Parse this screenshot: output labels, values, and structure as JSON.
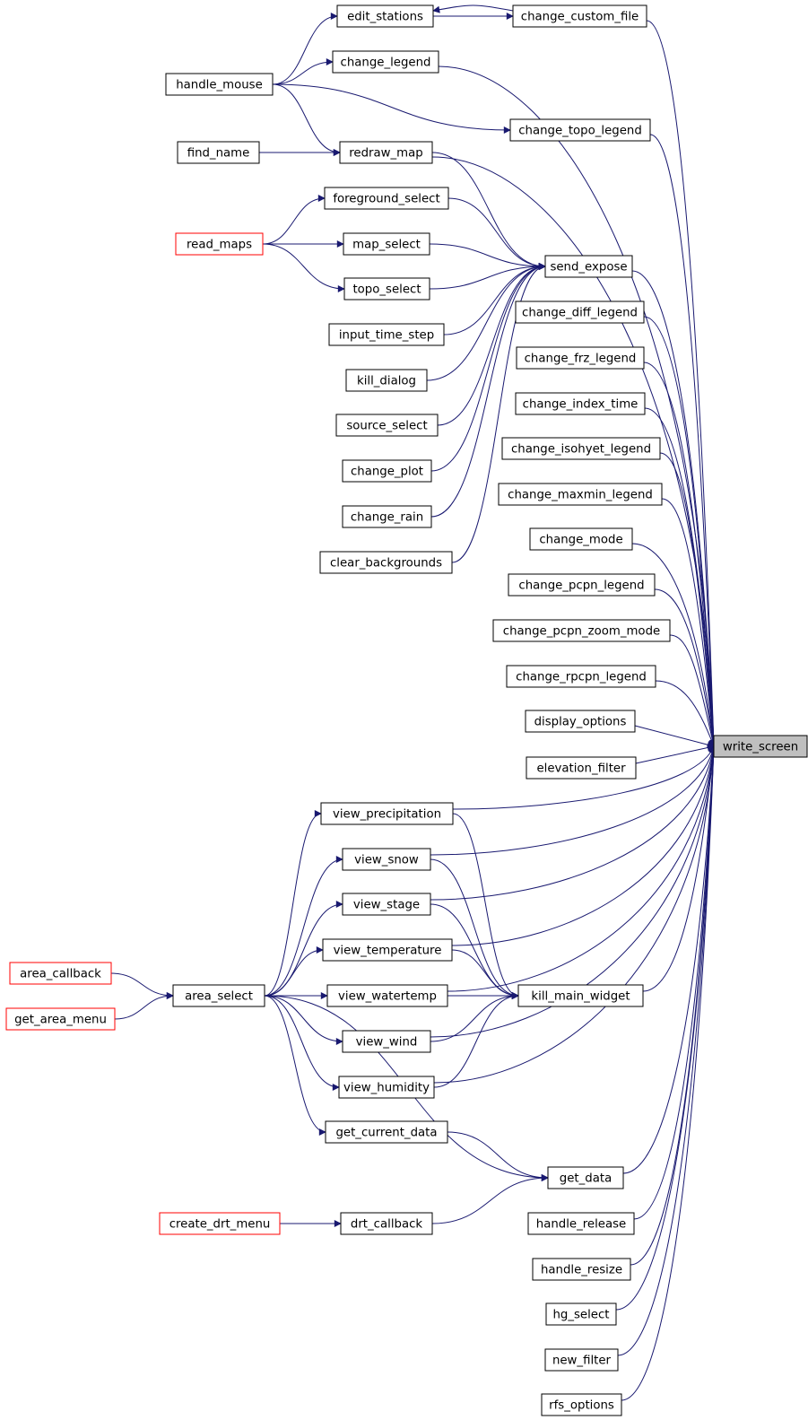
{
  "graph": {
    "root": "write_screen",
    "nodes": [
      {
        "id": "write_screen",
        "label": "write_screen",
        "style": "root"
      },
      {
        "id": "edit_stations",
        "label": "edit_stations",
        "style": "normal"
      },
      {
        "id": "change_custom_file",
        "label": "change_custom_file",
        "style": "normal"
      },
      {
        "id": "change_legend",
        "label": "change_legend",
        "style": "normal"
      },
      {
        "id": "handle_mouse",
        "label": "handle_mouse",
        "style": "normal"
      },
      {
        "id": "change_topo_legend",
        "label": "change_topo_legend",
        "style": "normal"
      },
      {
        "id": "find_name",
        "label": "find_name",
        "style": "normal"
      },
      {
        "id": "redraw_map",
        "label": "redraw_map",
        "style": "normal"
      },
      {
        "id": "foreground_select",
        "label": "foreground_select",
        "style": "normal"
      },
      {
        "id": "read_maps",
        "label": "read_maps",
        "style": "red"
      },
      {
        "id": "map_select",
        "label": "map_select",
        "style": "normal"
      },
      {
        "id": "send_expose",
        "label": "send_expose",
        "style": "normal"
      },
      {
        "id": "topo_select",
        "label": "topo_select",
        "style": "normal"
      },
      {
        "id": "change_diff_legend",
        "label": "change_diff_legend",
        "style": "normal"
      },
      {
        "id": "input_time_step",
        "label": "input_time_step",
        "style": "normal"
      },
      {
        "id": "kill_dialog",
        "label": "kill_dialog",
        "style": "normal"
      },
      {
        "id": "change_frz_legend",
        "label": "change_frz_legend",
        "style": "normal"
      },
      {
        "id": "change_index_time",
        "label": "change_index_time",
        "style": "normal"
      },
      {
        "id": "source_select",
        "label": "source_select",
        "style": "normal"
      },
      {
        "id": "change_isohyet_legend",
        "label": "change_isohyet_legend",
        "style": "normal"
      },
      {
        "id": "change_plot",
        "label": "change_plot",
        "style": "normal"
      },
      {
        "id": "change_maxmin_legend",
        "label": "change_maxmin_legend",
        "style": "normal"
      },
      {
        "id": "change_rain",
        "label": "change_rain",
        "style": "normal"
      },
      {
        "id": "change_mode",
        "label": "change_mode",
        "style": "normal"
      },
      {
        "id": "clear_backgrounds",
        "label": "clear_backgrounds",
        "style": "normal"
      },
      {
        "id": "change_pcpn_legend",
        "label": "change_pcpn_legend",
        "style": "normal"
      },
      {
        "id": "change_pcpn_zoom_mode",
        "label": "change_pcpn_zoom_mode",
        "style": "normal"
      },
      {
        "id": "change_rpcpn_legend",
        "label": "change_rpcpn_legend",
        "style": "normal"
      },
      {
        "id": "display_options",
        "label": "display_options",
        "style": "normal"
      },
      {
        "id": "elevation_filter",
        "label": "elevation_filter",
        "style": "normal"
      },
      {
        "id": "view_precipitation",
        "label": "view_precipitation",
        "style": "normal"
      },
      {
        "id": "view_snow",
        "label": "view_snow",
        "style": "normal"
      },
      {
        "id": "view_stage",
        "label": "view_stage",
        "style": "normal"
      },
      {
        "id": "view_temperature",
        "label": "view_temperature",
        "style": "normal"
      },
      {
        "id": "area_callback",
        "label": "area_callback",
        "style": "red"
      },
      {
        "id": "area_select",
        "label": "area_select",
        "style": "normal"
      },
      {
        "id": "view_watertemp",
        "label": "view_watertemp",
        "style": "normal"
      },
      {
        "id": "kill_main_widget",
        "label": "kill_main_widget",
        "style": "normal"
      },
      {
        "id": "get_area_menu",
        "label": "get_area_menu",
        "style": "red"
      },
      {
        "id": "view_wind",
        "label": "view_wind",
        "style": "normal"
      },
      {
        "id": "view_humidity",
        "label": "view_humidity",
        "style": "normal"
      },
      {
        "id": "get_current_data",
        "label": "get_current_data",
        "style": "normal"
      },
      {
        "id": "get_data",
        "label": "get_data",
        "style": "normal"
      },
      {
        "id": "create_drt_menu",
        "label": "create_drt_menu",
        "style": "red"
      },
      {
        "id": "drt_callback",
        "label": "drt_callback",
        "style": "normal"
      },
      {
        "id": "handle_release",
        "label": "handle_release",
        "style": "normal"
      },
      {
        "id": "handle_resize",
        "label": "handle_resize",
        "style": "normal"
      },
      {
        "id": "hg_select",
        "label": "hg_select",
        "style": "normal"
      },
      {
        "id": "new_filter",
        "label": "new_filter",
        "style": "normal"
      },
      {
        "id": "rfs_options",
        "label": "rfs_options",
        "style": "normal"
      }
    ],
    "edges": [
      [
        "edit_stations",
        "change_custom_file"
      ],
      [
        "change_custom_file",
        "edit_stations"
      ],
      [
        "change_custom_file",
        "write_screen"
      ],
      [
        "handle_mouse",
        "edit_stations"
      ],
      [
        "handle_mouse",
        "change_legend"
      ],
      [
        "handle_mouse",
        "change_topo_legend"
      ],
      [
        "handle_mouse",
        "redraw_map"
      ],
      [
        "change_legend",
        "write_screen"
      ],
      [
        "change_topo_legend",
        "write_screen"
      ],
      [
        "find_name",
        "redraw_map"
      ],
      [
        "redraw_map",
        "write_screen"
      ],
      [
        "redraw_map",
        "send_expose"
      ],
      [
        "read_maps",
        "foreground_select"
      ],
      [
        "read_maps",
        "map_select"
      ],
      [
        "read_maps",
        "topo_select"
      ],
      [
        "foreground_select",
        "send_expose"
      ],
      [
        "map_select",
        "send_expose"
      ],
      [
        "topo_select",
        "send_expose"
      ],
      [
        "input_time_step",
        "send_expose"
      ],
      [
        "kill_dialog",
        "send_expose"
      ],
      [
        "source_select",
        "send_expose"
      ],
      [
        "change_plot",
        "send_expose"
      ],
      [
        "change_rain",
        "send_expose"
      ],
      [
        "clear_backgrounds",
        "send_expose"
      ],
      [
        "send_expose",
        "write_screen"
      ],
      [
        "change_diff_legend",
        "write_screen"
      ],
      [
        "change_frz_legend",
        "write_screen"
      ],
      [
        "change_index_time",
        "write_screen"
      ],
      [
        "change_isohyet_legend",
        "write_screen"
      ],
      [
        "change_maxmin_legend",
        "write_screen"
      ],
      [
        "change_mode",
        "write_screen"
      ],
      [
        "change_pcpn_legend",
        "write_screen"
      ],
      [
        "change_pcpn_zoom_mode",
        "write_screen"
      ],
      [
        "change_rpcpn_legend",
        "write_screen"
      ],
      [
        "display_options",
        "write_screen"
      ],
      [
        "elevation_filter",
        "write_screen"
      ],
      [
        "view_precipitation",
        "write_screen"
      ],
      [
        "view_snow",
        "write_screen"
      ],
      [
        "view_stage",
        "write_screen"
      ],
      [
        "view_temperature",
        "write_screen"
      ],
      [
        "view_watertemp",
        "write_screen"
      ],
      [
        "view_wind",
        "write_screen"
      ],
      [
        "view_humidity",
        "write_screen"
      ],
      [
        "kill_main_widget",
        "write_screen"
      ],
      [
        "get_data",
        "write_screen"
      ],
      [
        "handle_release",
        "write_screen"
      ],
      [
        "handle_resize",
        "write_screen"
      ],
      [
        "hg_select",
        "write_screen"
      ],
      [
        "new_filter",
        "write_screen"
      ],
      [
        "rfs_options",
        "write_screen"
      ],
      [
        "view_precipitation",
        "kill_main_widget"
      ],
      [
        "view_snow",
        "kill_main_widget"
      ],
      [
        "view_stage",
        "kill_main_widget"
      ],
      [
        "view_temperature",
        "kill_main_widget"
      ],
      [
        "view_watertemp",
        "kill_main_widget"
      ],
      [
        "view_wind",
        "kill_main_widget"
      ],
      [
        "view_humidity",
        "kill_main_widget"
      ],
      [
        "area_callback",
        "area_select"
      ],
      [
        "get_area_menu",
        "area_select"
      ],
      [
        "area_select",
        "view_precipitation"
      ],
      [
        "area_select",
        "view_snow"
      ],
      [
        "area_select",
        "view_stage"
      ],
      [
        "area_select",
        "view_temperature"
      ],
      [
        "area_select",
        "view_watertemp"
      ],
      [
        "area_select",
        "view_wind"
      ],
      [
        "area_select",
        "view_humidity"
      ],
      [
        "area_select",
        "get_current_data"
      ],
      [
        "area_select",
        "get_data"
      ],
      [
        "get_current_data",
        "get_data"
      ],
      [
        "create_drt_menu",
        "drt_callback"
      ],
      [
        "drt_callback",
        "get_data"
      ]
    ]
  }
}
